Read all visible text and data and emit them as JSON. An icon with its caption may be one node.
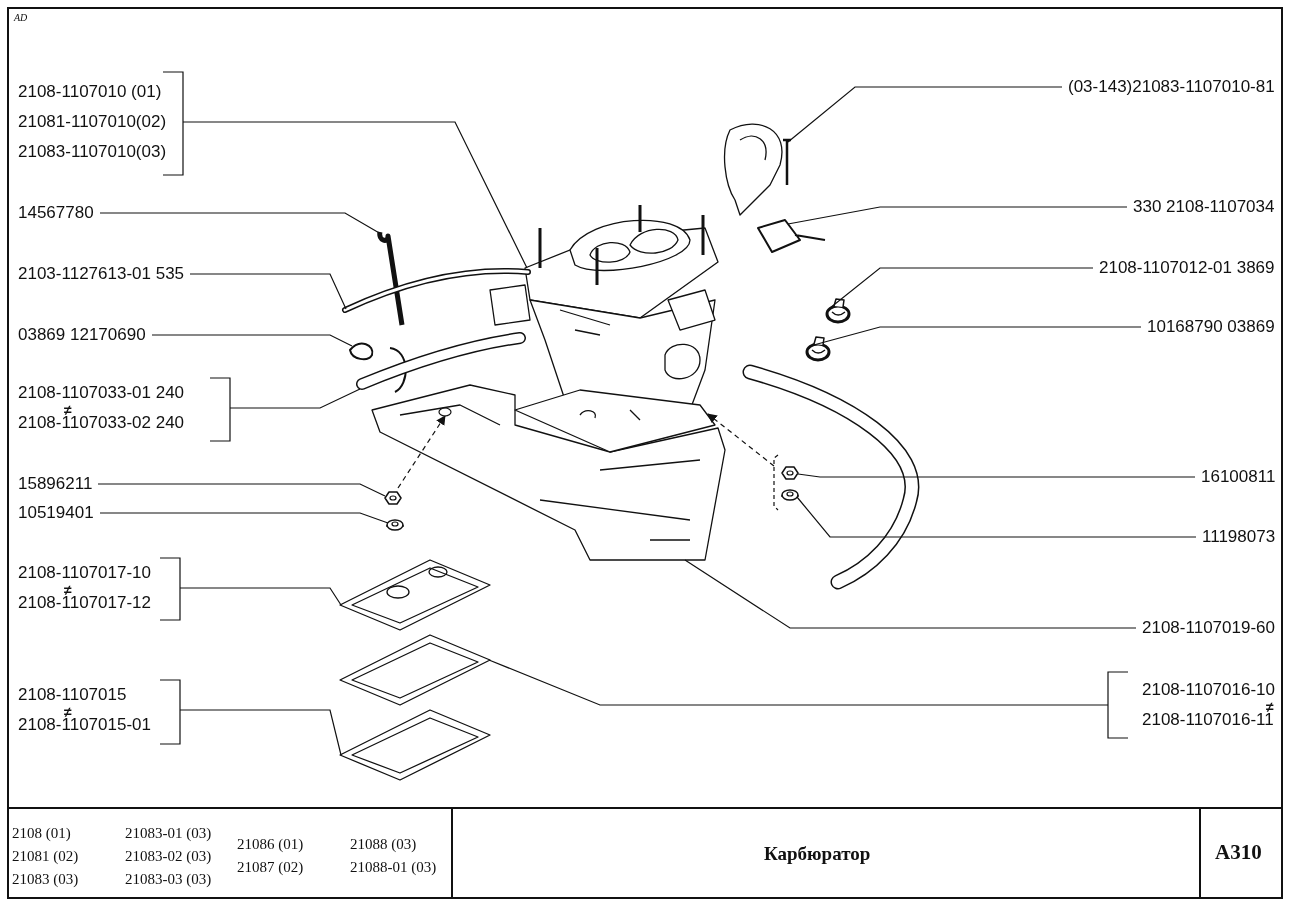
{
  "diagram": {
    "title": "Карбюратор",
    "nodes": [
      {
        "text": [
          "2108-1107010 (01)",
          "21081-1107010(02)",
          "21083-1107010(03)"
        ]
      },
      {
        "text": [
          "(03-143)21083-1107010-81"
        ]
      },
      {
        "text": [
          "14567780"
        ]
      },
      {
        "text": [
          "330 2108-1107034"
        ]
      },
      {
        "text": [
          "2103-1127613-01 535"
        ]
      },
      {
        "text": [
          "2108-1107012-01 3869"
        ]
      },
      {
        "text": [
          "03869 12170690"
        ]
      },
      {
        "text": [
          "10168790 03869"
        ]
      },
      {
        "text": [
          "2108-1107033-01 240",
          "≠",
          "2108-1107033-02 240"
        ]
      },
      {
        "text": [
          "16100811"
        ]
      },
      {
        "text": [
          "15896211"
        ]
      },
      {
        "text": [
          "10519401"
        ]
      },
      {
        "text": [
          "11198073"
        ]
      },
      {
        "text": [
          "2108-1107017-10",
          "≠",
          "2108-1107017-12"
        ]
      },
      {
        "text": [
          "2108-1107019-60"
        ]
      },
      {
        "text": [
          "2108-1107015",
          "≠",
          "2108-1107015-01"
        ]
      },
      {
        "text": [
          "2108-1107016-10",
          "≠",
          "2108-1107016-11"
        ]
      },
      {
        "text": [],
        "shape": "picture"
      },
      {
        "text": [],
        "shape": "picture"
      },
      {
        "text": [],
        "shape": "picture"
      },
      {
        "text": [],
        "shape": "picture"
      },
      {
        "text": [],
        "shape": "picture"
      },
      {
        "text": [],
        "shape": "picture"
      },
      {
        "text": [],
        "shape": "picture"
      },
      {
        "text": [],
        "shape": "picture"
      },
      {
        "text": [],
        "shape": "picture"
      },
      {
        "text": [],
        "shape": "picture"
      },
      {
        "text": [],
        "shape": "picture"
      },
      {
        "text": [],
        "shape": "picture"
      },
      {
        "text": [],
        "shape": "picture"
      },
      {
        "text": [],
        "shape": "picture"
      },
      {
        "text": [],
        "shape": "picture"
      },
      {
        "text": [],
        "shape": "picture"
      },
      {
        "text": [],
        "shape": "picture"
      }
    ],
    "edges": [
      {
        "from": 0,
        "to": 17,
        "arrow": "none"
      },
      {
        "from": 1,
        "to": 18,
        "arrow": "none"
      },
      {
        "from": 2,
        "to": 19,
        "arrow": "none"
      },
      {
        "from": 3,
        "to": 20,
        "arrow": "none"
      },
      {
        "from": 4,
        "to": 21,
        "arrow": "none"
      },
      {
        "from": 5,
        "to": 22,
        "arrow": "none"
      },
      {
        "from": 6,
        "to": 23,
        "arrow": "none"
      },
      {
        "from": 7,
        "to": 24,
        "arrow": "none"
      },
      {
        "from": 8,
        "to": 25,
        "arrow": "none"
      },
      {
        "from": 9,
        "to": 26,
        "arrow": "none"
      },
      {
        "from": 10,
        "to": 27,
        "arrow": "none"
      },
      {
        "from": 11,
        "to": 28,
        "arrow": "none"
      },
      {
        "from": 12,
        "to": 29,
        "arrow": "none"
      },
      {
        "from": 13,
        "to": 30,
        "arrow": "none"
      },
      {
        "from": 14,
        "to": 31,
        "arrow": "none"
      },
      {
        "from": 15,
        "to": 32,
        "arrow": "none"
      },
      {
        "from": 16,
        "to": 33,
        "arrow": "none"
      },
      {
        "from": 27,
        "to": 31,
        "arrow": "to",
        "style": "dashed"
      },
      {
        "from": 26,
        "to": 17,
        "arrow": "to",
        "style": "dashed"
      }
    ],
    "labels": [
      "AD",
      "2108 (01)",
      "21083-01 (03)",
      "21086 (01)",
      "21088 (03)",
      "21081 (02)",
      "21083-02 (03)",
      "21087 (02)",
      "21088-01 (03)",
      "21083 (03)",
      "21083-03 (03)",
      "A310"
    ]
  }
}
